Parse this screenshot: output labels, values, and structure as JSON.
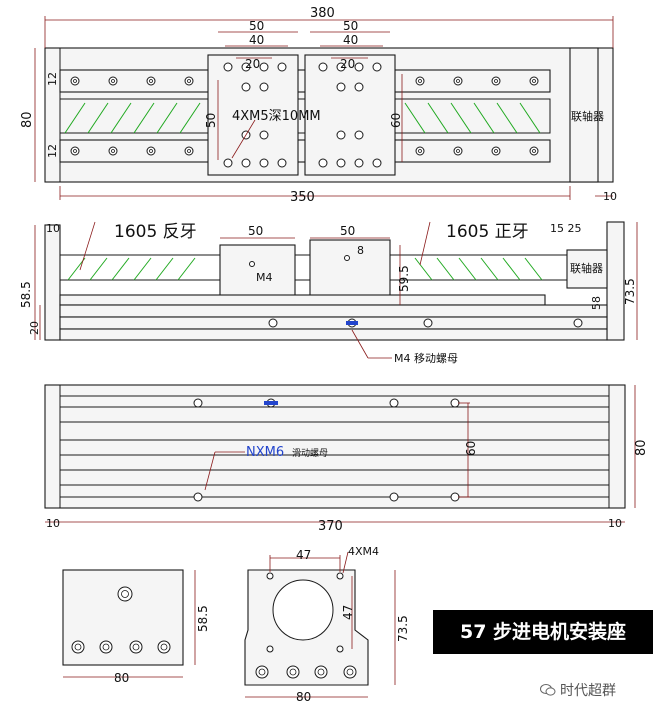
{
  "view_top": {
    "overall_length": "380",
    "block_width_left": "50",
    "block_width_right": "50",
    "hole_spacing_left": "40",
    "hole_spacing_right": "40",
    "center_left": "20",
    "center_right": "20",
    "rail_offset_top": "12",
    "rail_offset_bottom": "12",
    "overall_width": "80",
    "block_height_left": "50",
    "block_height_right": "60",
    "thread_note": "4XM5深10MM",
    "rail_length": "350",
    "end_width": "10",
    "coupler_label": "联轴器"
  },
  "view_front": {
    "end_left": "10",
    "screw_left": "1605 反牙",
    "screw_right": "1605 正牙",
    "block_left_width": "50",
    "block_right_width": "50",
    "block_hole_offset": "8",
    "nut_thread": "M4",
    "block_height": "59.5",
    "coupler_offsets": "15  25",
    "coupler_label": "联轴器",
    "total_height_left": "58.5",
    "total_height_right": "73.5",
    "coupler_height": "58",
    "base_thickness": "20",
    "nut_label": "M4 移动螺母"
  },
  "view_bottom": {
    "nut_label": "NXM6",
    "nut_label_suffix": "滑动螺母",
    "hole_spacing": "60",
    "width": "80",
    "end_left": "10",
    "end_right": "10",
    "length": "370"
  },
  "mount_side": {
    "height": "58.5",
    "width": "80"
  },
  "mount_front": {
    "hole_spacing_h": "47",
    "thread_note": "4XM4",
    "hole_spacing_v": "47",
    "height": "73.5",
    "width": "80"
  },
  "title": "57 步进电机安装座",
  "watermark": "时代超群"
}
